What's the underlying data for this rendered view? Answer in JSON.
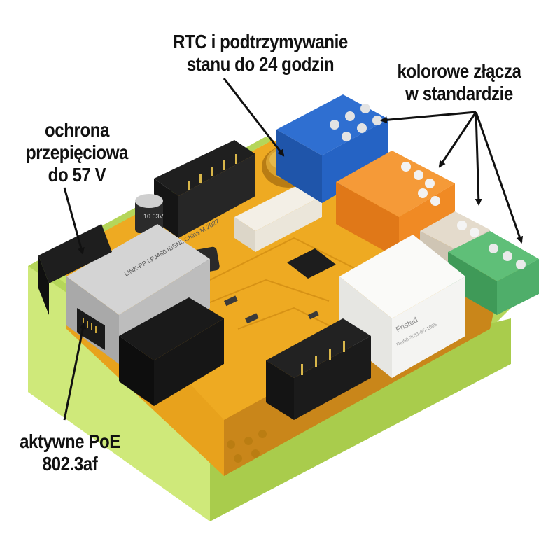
{
  "labels": {
    "rtc": {
      "line1": "RTC i podtrzymywanie",
      "line2": "stanu do 24 godzin"
    },
    "connectors": {
      "line1": "kolorowe złącza",
      "line2": "w standardzie"
    },
    "surge": {
      "line1": "ochrona",
      "line2": "przepięciowa",
      "line3": "do 57 V"
    },
    "poe": {
      "line1": "aktywne PoE",
      "line2": "802.3af"
    }
  },
  "board_text": {
    "magjack": "LINK-PP LPJ4804BENL China M 2027",
    "relay_brand": "Fristed",
    "relay_model": "RM50-3011-85-1005",
    "capacitor": "10 63V"
  },
  "colors": {
    "enclosure": "#c8e66a",
    "pcb": "#e8a21c",
    "terminal_blue": "#2563c4",
    "terminal_orange": "#f08a24",
    "terminal_beige": "#d9cfc0",
    "terminal_green": "#4fae6a",
    "relay": "#f4f4f2",
    "battery": "#c88a1c"
  }
}
